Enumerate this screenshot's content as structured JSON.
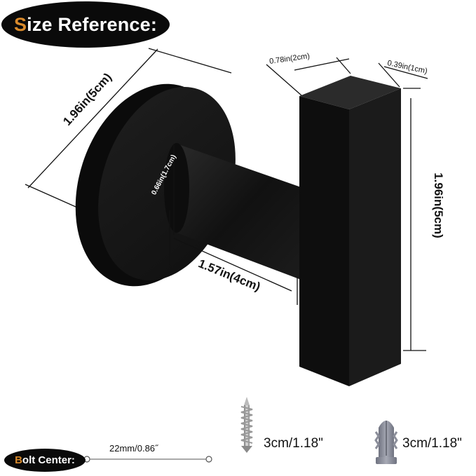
{
  "title": {
    "first_letter": "S",
    "rest": "ize Reference:"
  },
  "dimensions": {
    "base_diameter": "1.96in(5cm)",
    "bar_width": "0.78in(2cm)",
    "bar_depth": "0.39in(1cm)",
    "hook_height": "1.96in(5cm)",
    "rod_diameter": "0.66in(1.7cm)",
    "rod_length": "1.57in(4cm)"
  },
  "hardware": {
    "screw_length": "3cm/1.18\"",
    "anchor_length": "3cm/1.18\""
  },
  "bolt_center": {
    "first_letter": "B",
    "rest": "olt Center:",
    "value": "22mm/0.86˝"
  },
  "colors": {
    "product": "#141414",
    "title_pill": "#0a0a0a",
    "accent": "#d98a2b",
    "anchor": "#8b8e9a"
  }
}
